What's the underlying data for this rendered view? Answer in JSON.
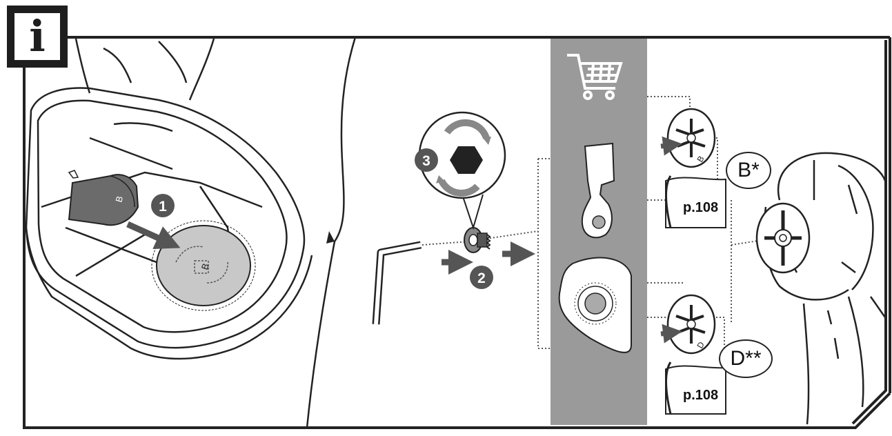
{
  "info_badge": {
    "letter": "i"
  },
  "steps": {
    "step1": "1",
    "step2": "2",
    "step3": "3"
  },
  "blade_labels": {
    "top": "B*",
    "bottom": "D**"
  },
  "page_refs": {
    "top": "p.108",
    "bottom": "p.108"
  },
  "adapter_letters": {
    "tray": "B",
    "tray_disc": "B",
    "top_adapter": "B",
    "bottom_adapter": "D"
  },
  "icons": [
    "info-icon",
    "shopping-cart-icon",
    "rotate-clockwise-icon",
    "rotate-counterclockwise-icon",
    "hex-bolt-icon",
    "arrow-right-icon",
    "hex-key-icon"
  ],
  "colors": {
    "line": "#222222",
    "accessory_band": "#9a9a9a",
    "step_circle": "#555555",
    "disc_fill": "#c8c8c8"
  }
}
